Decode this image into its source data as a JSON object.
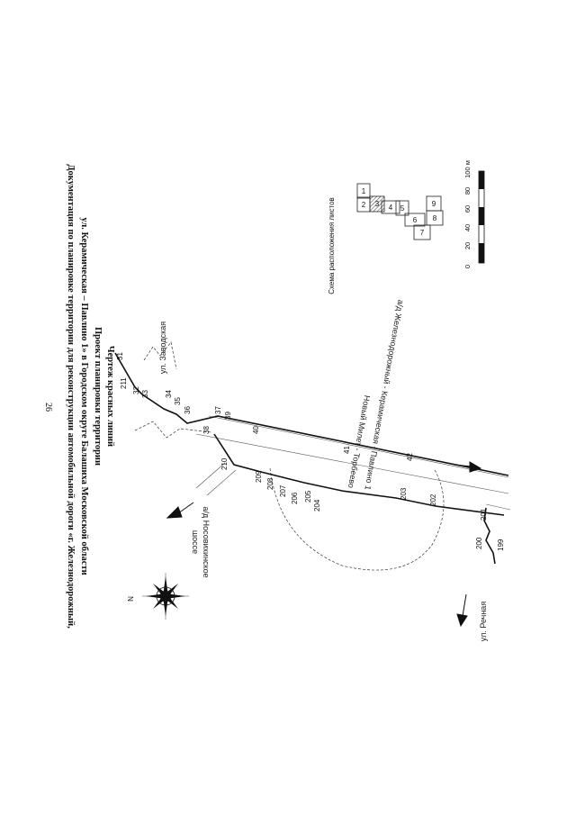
{
  "page_number": "26",
  "title": {
    "line1": "Документация по планировке территории для реконструкции автомобильной дороги «г. Железнодорожный,",
    "line2": "ул. Керамическая – Павлино 1» в Городском округе Балашиха Московской области",
    "line3": "Проект планировки территории",
    "line4": "Чертеж красных линий"
  },
  "inset": {
    "title": "Схема расположения листов",
    "sheets": [
      "1",
      "2",
      "3",
      "4",
      "5",
      "6",
      "7",
      "8",
      "9"
    ],
    "active_sheet": "3"
  },
  "scale_bar": {
    "ticks": [
      "0",
      "20",
      "40",
      "60",
      "80",
      "100 м"
    ]
  },
  "compass": {
    "north_letter": "N"
  },
  "roads": {
    "zavodskaya": "ул. Заводская",
    "nosovikhinskoe_1": "а/д Носовихинское",
    "nosovikhinskoe_2": "шоссе",
    "keramicheskaya": "а/д Железнодорожный - Керамическая - Павлино 1",
    "novy_milet": "Новый Милет - Торбеево",
    "rechnaya": "ул. Речная"
  },
  "points": {
    "p31": "31",
    "p32": "32",
    "p33": "33",
    "p34": "34",
    "p35": "35",
    "p36": "36",
    "p37": "37",
    "p38": "38",
    "p39": "39",
    "p40": "40",
    "p41": "41",
    "p42": "42",
    "p211": "211",
    "p210": "210",
    "p209": "209",
    "p208": "208",
    "p207": "207",
    "p206": "206",
    "p205": "205",
    "p204": "204",
    "p203": "203",
    "p202": "202",
    "p201": "201",
    "p200": "200",
    "p199": "199"
  },
  "colors": {
    "ink": "#111111",
    "hatch": "#555555",
    "paper": "#ffffff"
  }
}
